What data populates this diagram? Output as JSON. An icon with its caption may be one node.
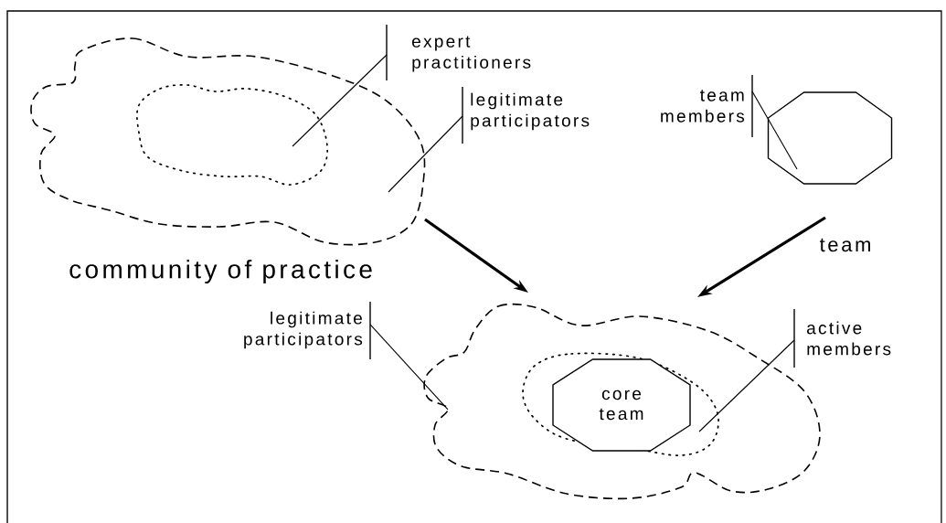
{
  "diagram": {
    "nodes": [
      {
        "text": [
          "community of practice"
        ]
      },
      {
        "text": [],
        "shape": "cloud",
        "in": 0
      },
      {
        "text": [
          "expert practitioners"
        ]
      },
      {
        "text": [
          "legitimate participators"
        ]
      },
      {
        "text": [
          "team members"
        ]
      },
      {
        "text": [
          "team"
        ]
      },
      {
        "text": [],
        "shape": "cloud"
      },
      {
        "text": [],
        "shape": "cloud",
        "in": 6
      },
      {
        "text": [
          "core team"
        ],
        "in": 7
      },
      {
        "text": [
          "legitimate participators"
        ]
      },
      {
        "text": [
          "active members"
        ]
      }
    ],
    "edges": [
      {
        "from": 2,
        "to": 1,
        "arrow": "none"
      },
      {
        "from": 3,
        "to": 0,
        "arrow": "none"
      },
      {
        "from": 4,
        "to": 5,
        "arrow": "none"
      },
      {
        "from": 0,
        "to": 6,
        "arrow": "to",
        "style": "thick"
      },
      {
        "from": 5,
        "to": 6,
        "arrow": "to",
        "style": "thick"
      },
      {
        "from": 9,
        "to": 6,
        "arrow": "none"
      },
      {
        "from": 10,
        "to": 7,
        "arrow": "none"
      }
    ]
  }
}
